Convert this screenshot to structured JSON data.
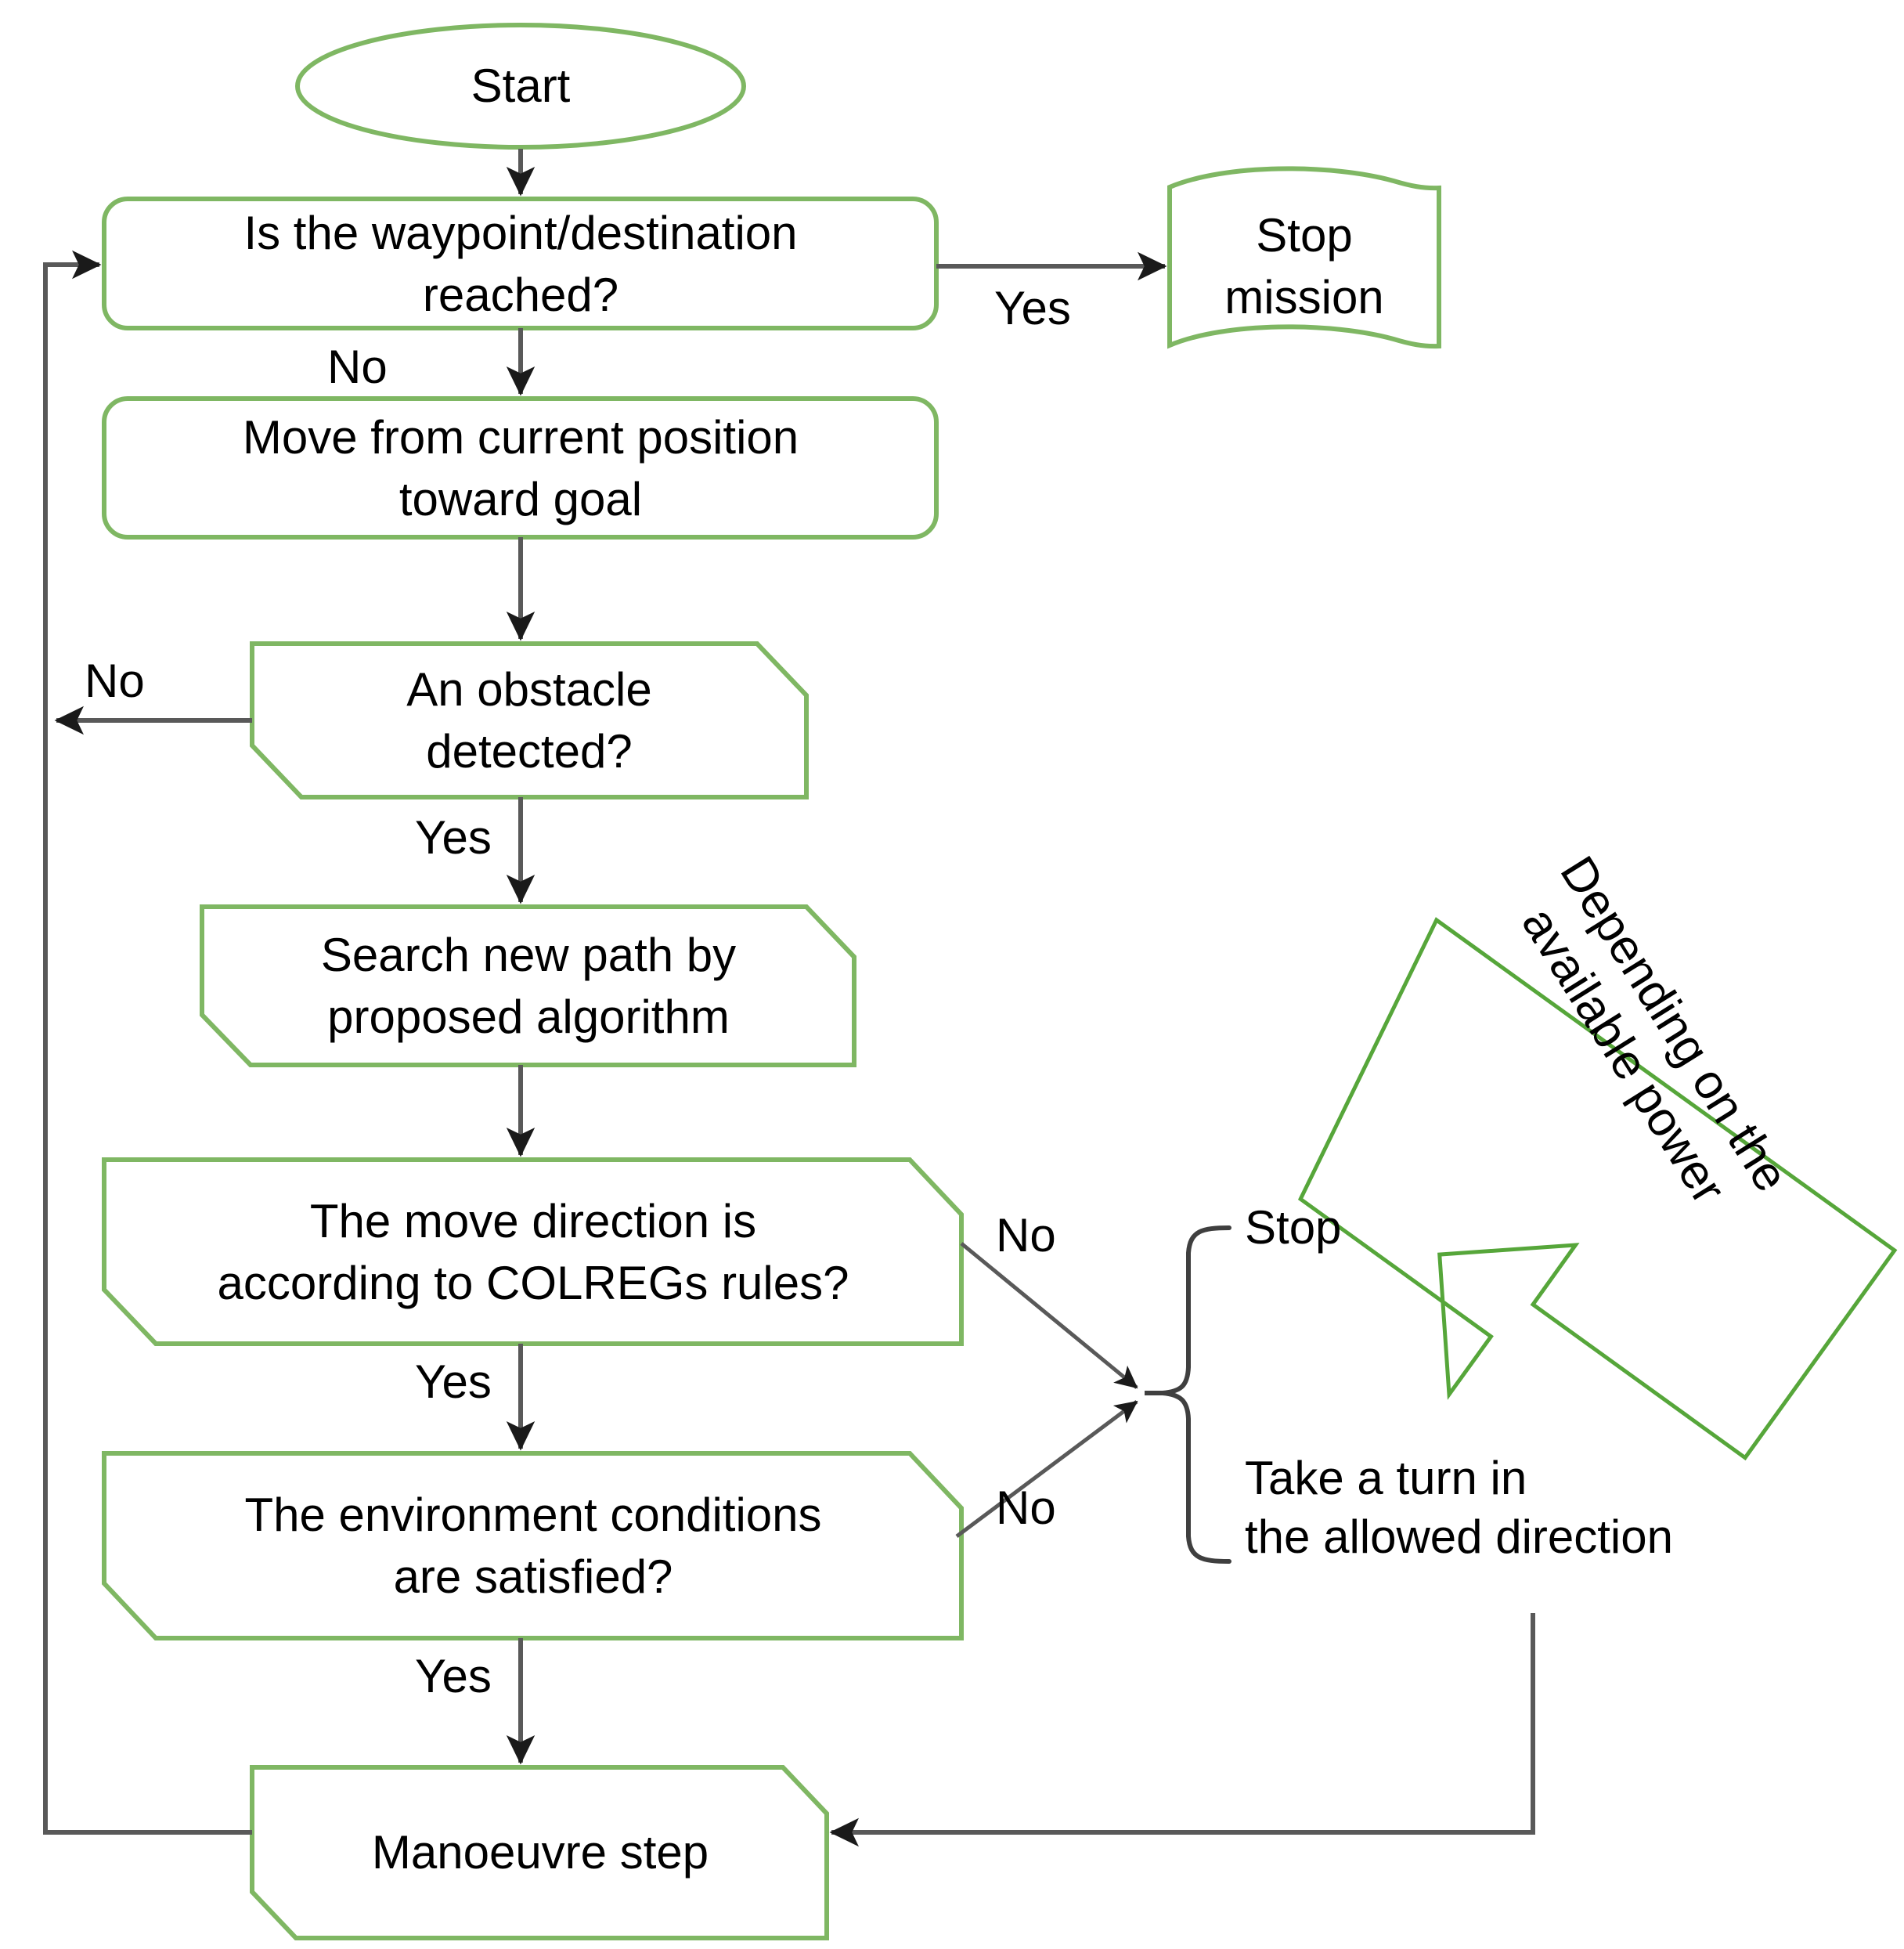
{
  "theme": {
    "shape_stroke": "#7FB763",
    "shape_fill": "#FFFFFF",
    "connector_stroke": "#595959",
    "text_color": "#000000",
    "background": "#FFFFFF"
  },
  "diagram": {
    "type": "flowchart",
    "title": "USV path planning and COLREGs decision flowchart",
    "nodes": [
      {
        "id": "start",
        "shape": "ellipse",
        "label": "Start"
      },
      {
        "id": "waypoint",
        "shape": "rounded-rect",
        "label": "Is the waypoint/destination\nreached?"
      },
      {
        "id": "stop_mission",
        "shape": "document-wave",
        "label": "Stop\nmission"
      },
      {
        "id": "move",
        "shape": "rounded-rect",
        "label": "Move from current position\ntoward goal"
      },
      {
        "id": "obstacle",
        "shape": "chamfered-rect",
        "label": "An obstacle\ndetected?"
      },
      {
        "id": "search",
        "shape": "chamfered-rect",
        "label": "Search new path by\nproposed algorithm"
      },
      {
        "id": "colregs",
        "shape": "chamfered-rect",
        "label": "The move direction is\naccording to COLREGs rules?"
      },
      {
        "id": "environment",
        "shape": "chamfered-rect",
        "label": "The environment conditions\nare satisfied?"
      },
      {
        "id": "manoeuvre",
        "shape": "chamfered-rect",
        "label": "Manoeuvre step"
      }
    ],
    "brace_options": [
      {
        "id": "opt_stop",
        "label": "Stop"
      },
      {
        "id": "opt_turn",
        "label": "Take a turn in\nthe allowed direction"
      }
    ],
    "callout": {
      "id": "power_callout",
      "shape": "rotated-arrow-banner",
      "label": "Depending on the\navailable power",
      "rotation_deg": -38
    },
    "edge_labels": [
      {
        "id": "yes_stop_mission",
        "label": "Yes"
      },
      {
        "id": "no_waypoint",
        "label": "No"
      },
      {
        "id": "no_obstacle",
        "label": "No"
      },
      {
        "id": "yes_obstacle",
        "label": "Yes"
      },
      {
        "id": "no_colregs",
        "label": "No"
      },
      {
        "id": "yes_colregs",
        "label": "Yes"
      },
      {
        "id": "no_environment",
        "label": "No"
      },
      {
        "id": "yes_environment",
        "label": "Yes"
      }
    ]
  }
}
